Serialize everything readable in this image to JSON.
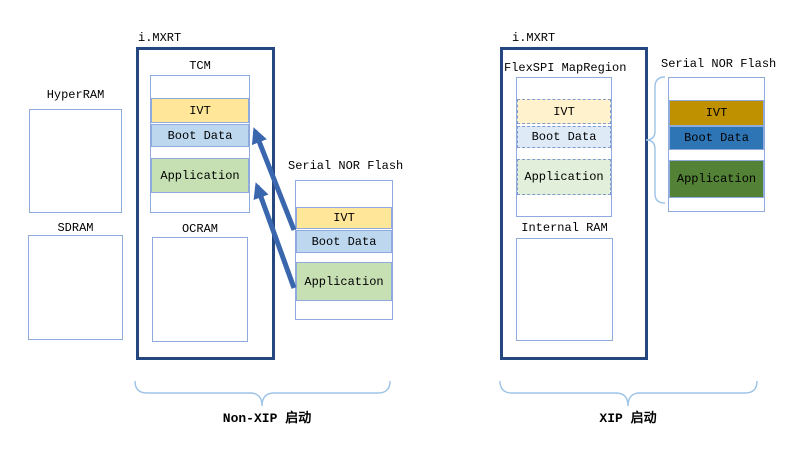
{
  "left": {
    "chip_label": "i.MXRT",
    "hyperram_label": "HyperRAM",
    "sdram_label": "SDRAM",
    "tcm_label": "TCM",
    "ocram_label": "OCRAM",
    "flash_label": "Serial NOR Flash",
    "tcm_rows": [
      "IVT",
      "Boot Data",
      "Application"
    ],
    "flash_rows": [
      "IVT",
      "Boot Data",
      "Application"
    ],
    "boot_mode_label": "Non-XIP 启动"
  },
  "right": {
    "chip_label": "i.MXRT",
    "flexspi_label": "FlexSPI MapRegion",
    "internal_ram_label": "Internal RAM",
    "flash_label": "Serial NOR Flash",
    "flexspi_rows": [
      "IVT",
      "Boot Data",
      "Application"
    ],
    "flash_rows": [
      "IVT",
      "Boot Data",
      "Application"
    ],
    "boot_mode_label": "XIP 启动"
  },
  "colors": {
    "ivt_light": "#FFE699",
    "boot_data_light": "#BDD7EE",
    "application_light": "#C6E0B4",
    "ivt_pale_dashed": "#FFF2CC",
    "boot_data_pale_dashed": "#DEEBF7",
    "application_pale_dashed": "#E2EFDA",
    "ivt_dark": "#BF9000",
    "boot_data_dark": "#2E75B6",
    "application_dark": "#538135",
    "box_border": "#8FAADC",
    "chip_border": "#24477F",
    "arrow": "#3A66AE",
    "brace": "#9DC3E6"
  }
}
